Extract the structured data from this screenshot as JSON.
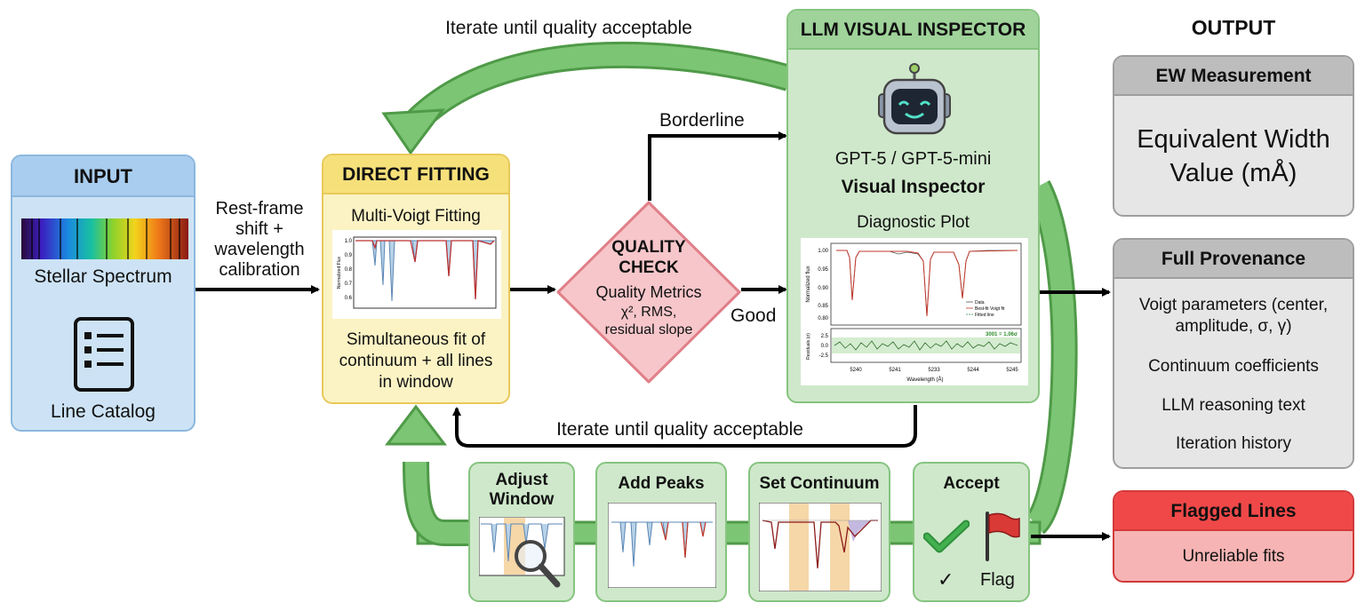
{
  "colors": {
    "input_bg": "#cde3f5",
    "input_border": "#8bb7de",
    "input_header": "#a9cdee",
    "fit_bg": "#fbf3c4",
    "fit_border": "#e8c95a",
    "fit_header": "#f6e07a",
    "check_bg": "#f6c6ca",
    "check_border": "#e07f88",
    "llm_bg": "#cfe8cb",
    "llm_border": "#86c480",
    "llm_header": "#9fd39a",
    "arrow_green": "#72bf6a",
    "output_bg": "#e6e6e6",
    "output_header": "#bdbdbd",
    "output_border": "#9e9e9e",
    "flag_header": "#f04848",
    "flag_bg": "#f7b4b4",
    "flag_border": "#d23a3a"
  },
  "input": {
    "title": "INPUT",
    "spectrum_label": "Stellar Spectrum",
    "catalog_label": "Line Catalog",
    "spectrum_icon": "spectrum-strip-icon",
    "catalog_icon": "list-document-icon"
  },
  "arrow_input_label": "Rest-frame shift + wavelength calibration",
  "fitting": {
    "title": "DIRECT FITTING",
    "subtitle": "Multi-Voigt Fitting",
    "description": "Simultaneous fit of continuum + all lines in window",
    "plot_ylabel": "Normalized Flux",
    "plot_yticks": [
      "1.0",
      "0.9",
      "0.8",
      "0.7",
      "0.6"
    ]
  },
  "quality": {
    "title_line1": "QUALITY",
    "title_line2": "CHECK",
    "metrics_label": "Quality Metrics",
    "metrics": "χ², RMS, residual slope"
  },
  "labels": {
    "borderline": "Borderline",
    "good": "Good",
    "iterate_top": "Iterate until quality acceptable",
    "iterate_bottom": "Iterate until quality acceptable"
  },
  "llm": {
    "title": "LLM VISUAL INSPECTOR",
    "model": "GPT-5 / GPT-5-mini",
    "role": "Visual Inspector",
    "plot_title": "Diagnostic Plot",
    "robot_icon": "robot-icon",
    "plot": {
      "top_yticks": [
        "1.00",
        "0.95",
        "0.90",
        "0.85",
        "0.80"
      ],
      "top_ylabel": "Normalized flux",
      "legend": [
        "Data",
        "Best-fit Voigt fit",
        "Fitted line"
      ],
      "bottom_ylabel": "Residuals (σ)",
      "bottom_yticks": [
        "2.5",
        "0.0",
        "-2.5"
      ],
      "stat_label": "3001 = 1.06σ",
      "xticks": [
        "5240",
        "5241",
        "5233",
        "5244",
        "5245"
      ],
      "xlabel": "Wavelength (Å)"
    }
  },
  "actions": [
    {
      "label": "Adjust Window",
      "icon": "magnifier-icon"
    },
    {
      "label": "Add Peaks",
      "icon": "peaks-plot-icon"
    },
    {
      "label": "Set Continuum",
      "icon": "continuum-plot-icon"
    },
    {
      "label": "Accept",
      "accept_mark": "✓",
      "flag_label": "Flag",
      "icons": [
        "checkmark-icon",
        "red-flag-icon"
      ]
    }
  ],
  "output": {
    "title": "OUTPUT",
    "ew": {
      "header": "EW Measurement",
      "value": "Equivalent Width Value (mÅ)"
    },
    "provenance": {
      "header": "Full Provenance",
      "items": [
        "Voigt parameters (center, amplitude, σ, γ)",
        "Continuum coefficients",
        "LLM reasoning text",
        "Iteration history"
      ]
    },
    "flagged": {
      "header": "Flagged Lines",
      "body": "Unreliable fits"
    }
  }
}
